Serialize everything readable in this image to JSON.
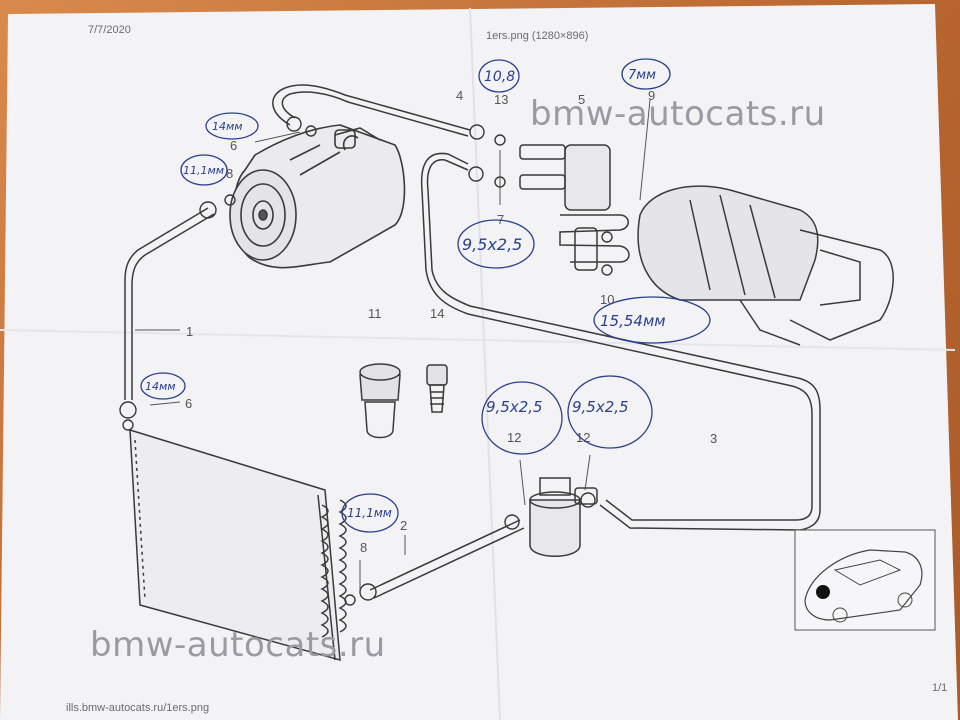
{
  "header": {
    "date": "7/7/2020",
    "file_title": "1ers.png (1280×896)"
  },
  "footer": {
    "url": "ills.bmw-autocats.ru/1ers.png",
    "page": "1/1"
  },
  "watermarks": {
    "top": "bmw-autocats.ru",
    "bottom": "bmw-autocats.ru"
  },
  "part_numbers": {
    "p1": "1",
    "p2": "2",
    "p3": "3",
    "p4": "4",
    "p5": "5",
    "p6a": "6",
    "p6b": "6",
    "p7": "7",
    "p8a": "8",
    "p8b": "8",
    "p9": "9",
    "p10": "10",
    "p11": "11",
    "p12a": "12",
    "p12b": "12",
    "p13": "13",
    "p14": "14"
  },
  "annotations": {
    "a13": "10,8",
    "a9": "7мм",
    "a6a": "14мм",
    "a8a": "11,1мм",
    "a7": "9,5x2,5",
    "a10": "15,54мм",
    "a6b": "14мм",
    "a12a": "9,5x2,5",
    "a12b": "9,5x2,5",
    "a8b": "11,1мм"
  },
  "colors": {
    "ink": "#2a3f8f",
    "line": "#3a3a3a",
    "paper": "#f4f4f6",
    "desk": "#c9763f"
  }
}
